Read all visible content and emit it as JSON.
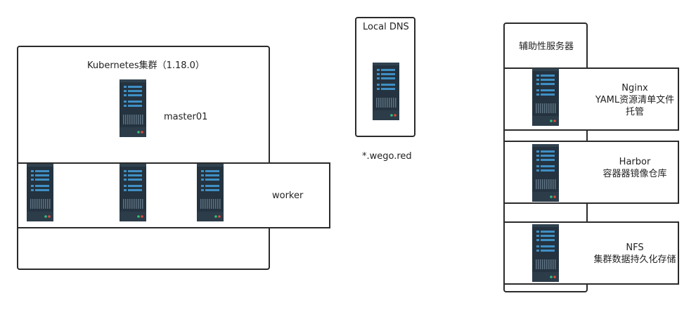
{
  "cluster": {
    "title": "Kubernetes集群（1.18.0）",
    "master_label": "master01",
    "worker_label": "worker"
  },
  "dns": {
    "title": "Local DNS",
    "domain": "*.wego.red"
  },
  "aux": {
    "title": "辅助性服务器",
    "nginx": {
      "name": "Nginx",
      "desc_line1": "YAML资源清单文件",
      "desc_line2": "托管"
    },
    "harbor": {
      "name": "Harbor",
      "desc": "容器器镜像仓库"
    },
    "nfs": {
      "name": "NFS",
      "desc": "集群数据持久化存储"
    }
  },
  "colors": {
    "server_body": "#24333f",
    "server_light": "#3f8fc4",
    "server_vent": "#5e7282",
    "led_green": "#2ec27e",
    "led_red": "#e04b3a",
    "border": "#2b2b2b"
  }
}
